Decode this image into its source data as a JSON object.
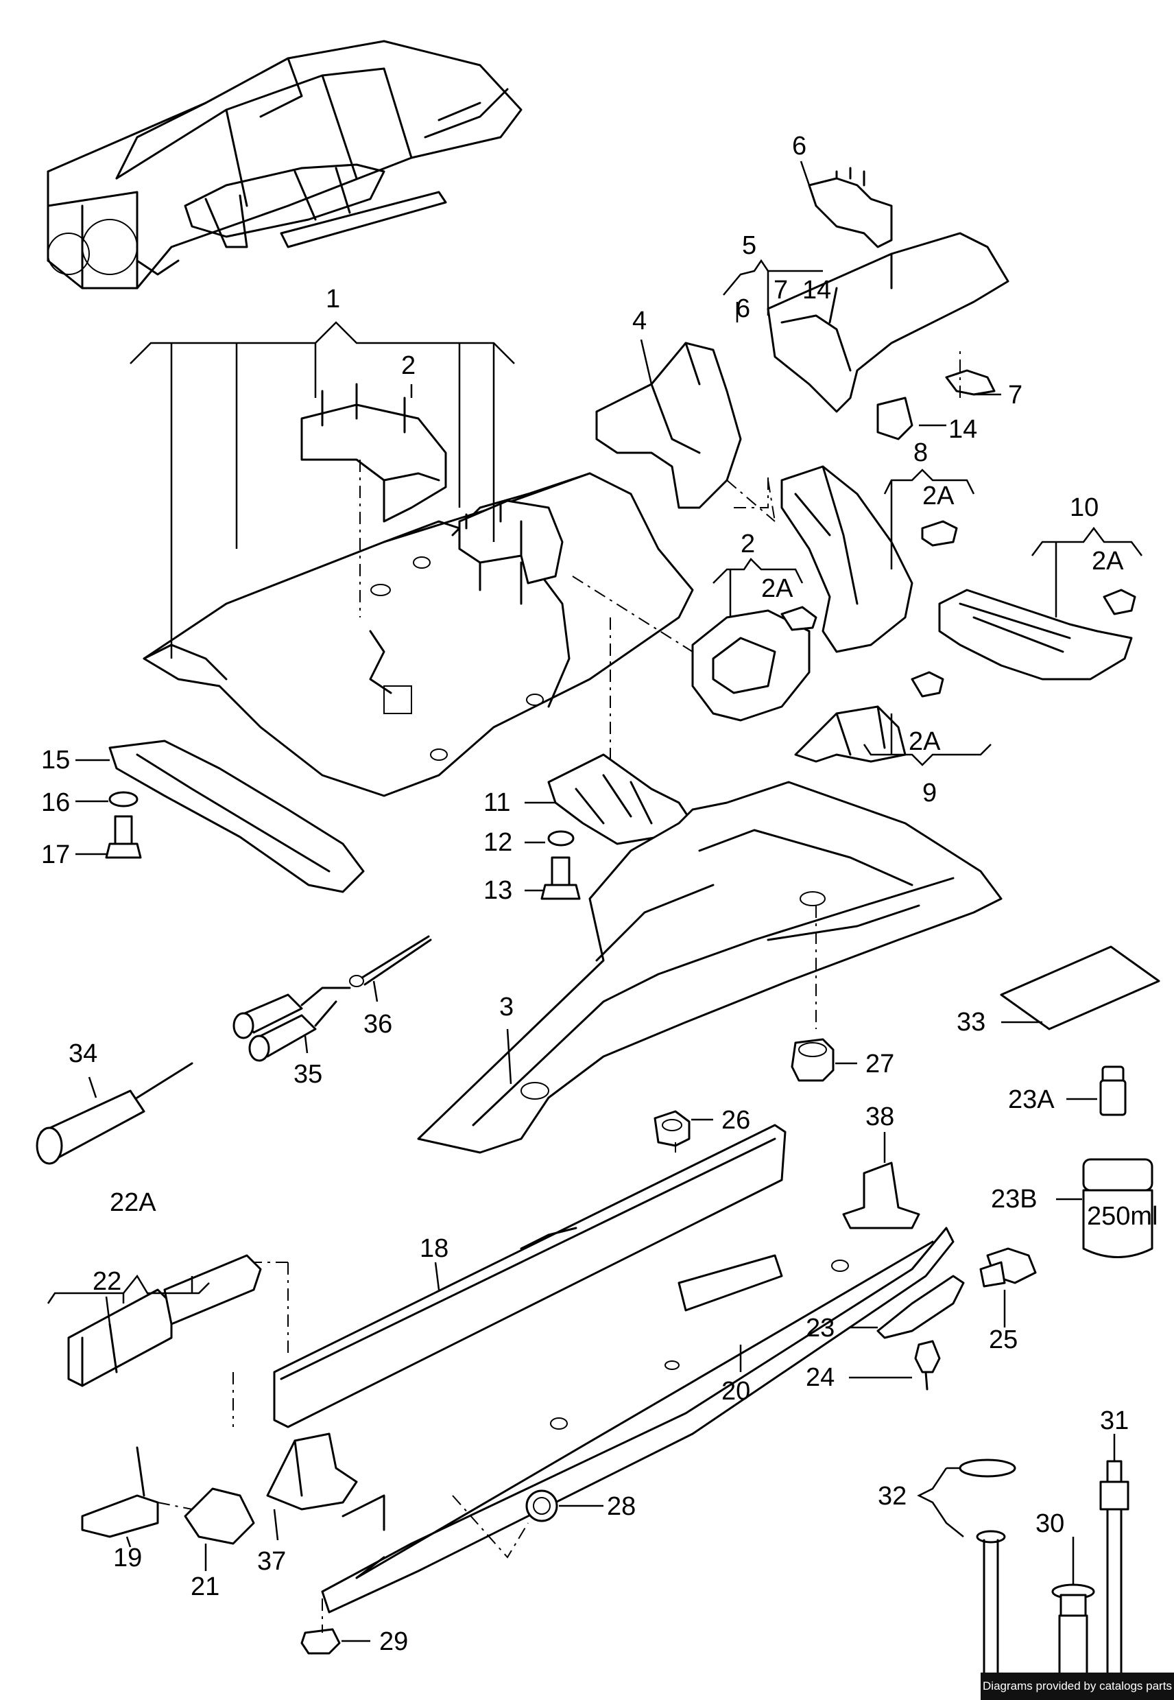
{
  "labels": [
    {
      "id": "1",
      "text": "1"
    },
    {
      "id": "2a",
      "text": "2"
    },
    {
      "id": "2b",
      "text": "2"
    },
    {
      "id": "2A-a",
      "text": "2A"
    },
    {
      "id": "2A-b",
      "text": "2A"
    },
    {
      "id": "2A-c",
      "text": "2A"
    },
    {
      "id": "2A-d",
      "text": "2A"
    },
    {
      "id": "3",
      "text": "3"
    },
    {
      "id": "4",
      "text": "4"
    },
    {
      "id": "5",
      "text": "5"
    },
    {
      "id": "6a",
      "text": "6"
    },
    {
      "id": "6b",
      "text": "6"
    },
    {
      "id": "7a",
      "text": "7"
    },
    {
      "id": "7b",
      "text": "7"
    },
    {
      "id": "8",
      "text": "8"
    },
    {
      "id": "9",
      "text": "9"
    },
    {
      "id": "10",
      "text": "10"
    },
    {
      "id": "11",
      "text": "11"
    },
    {
      "id": "12",
      "text": "12"
    },
    {
      "id": "13",
      "text": "13"
    },
    {
      "id": "14a",
      "text": "14"
    },
    {
      "id": "14b",
      "text": "14"
    },
    {
      "id": "15",
      "text": "15"
    },
    {
      "id": "16",
      "text": "16"
    },
    {
      "id": "17",
      "text": "17"
    },
    {
      "id": "18",
      "text": "18"
    },
    {
      "id": "19",
      "text": "19"
    },
    {
      "id": "20",
      "text": "20"
    },
    {
      "id": "21",
      "text": "21"
    },
    {
      "id": "22",
      "text": "22"
    },
    {
      "id": "22A",
      "text": "22A"
    },
    {
      "id": "23",
      "text": "23"
    },
    {
      "id": "23A",
      "text": "23A"
    },
    {
      "id": "23B",
      "text": "23B"
    },
    {
      "id": "24",
      "text": "24"
    },
    {
      "id": "25",
      "text": "25"
    },
    {
      "id": "26",
      "text": "26"
    },
    {
      "id": "27",
      "text": "27"
    },
    {
      "id": "28",
      "text": "28"
    },
    {
      "id": "29",
      "text": "29"
    },
    {
      "id": "30",
      "text": "30"
    },
    {
      "id": "31",
      "text": "31"
    },
    {
      "id": "32",
      "text": "32"
    },
    {
      "id": "33",
      "text": "33"
    },
    {
      "id": "34",
      "text": "34"
    },
    {
      "id": "35",
      "text": "35"
    },
    {
      "id": "36",
      "text": "36"
    },
    {
      "id": "37",
      "text": "37"
    },
    {
      "id": "38",
      "text": "38"
    }
  ],
  "container_text": "250ml",
  "footer": "Diagrams provided by catalogs parts"
}
